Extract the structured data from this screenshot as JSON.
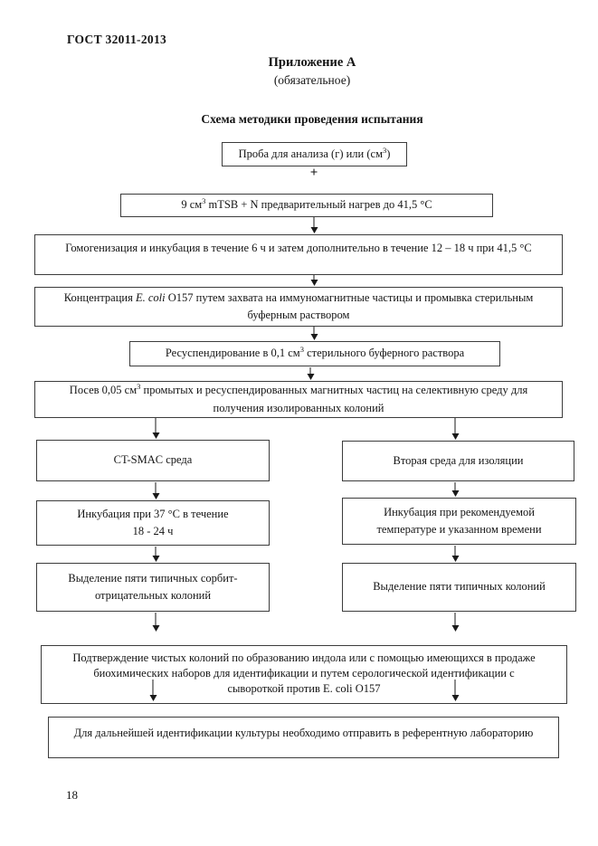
{
  "header": {
    "standard": "ГОСТ 32011-2013",
    "appendix_title": "Приложение А",
    "appendix_subtitle": "(обязательное)",
    "scheme_title": "Схема методики проведения испытания"
  },
  "flow": {
    "plus": "+",
    "sample": {
      "pre": "Проба для анализа (г) или (см",
      "sup": "3",
      "post": ")"
    },
    "mtsb": {
      "pre": "9 см",
      "sup": "3",
      "post": " mTSB + N предварительный нагрев до 41,5 °С"
    },
    "homogenization": "Гомогенизация и инкубация в течение 6 ч и затем дополнительно в течение 12 – 18 ч при 41,5 °С",
    "concentration": {
      "pre": "Концентрация ",
      "italic": "E. coli",
      "post": " O157 путем захвата на иммуномагнитные частицы и промывка стерильным\nбуферным раствором"
    },
    "resuspension": {
      "pre": "Ресуспендирование в 0,1 см",
      "sup": "3",
      "post": " стерильного буферного раствора"
    },
    "inoculation": {
      "pre": "Посев 0,05 см",
      "sup": "3",
      "post": " промытых и ресуспендированных магнитных частиц на селективную среду для\nполучения изолированных колоний"
    },
    "ct_smac": "CT-SMAC среда",
    "second_medium": "Вторая среда для изоляции",
    "incubation_left": "Инкубация при 37 °С в течение\n18 - 24 ч",
    "incubation_right": "Инкубация при рекомендуемой\nтемпературе и указанном времени",
    "isolation_left": "Выделение пяти типичных сорбит-\nотрицательных колоний",
    "isolation_right": "Выделение пяти типичных колоний",
    "confirmation": "Подтверждение чистых колоний по образованию индола или с помощью имеющихся в продаже\nбиохимических наборов для идентификации и путем серологической идентификации с\nсывороткой против E. coli O157",
    "reference": "Для дальнейшей идентификации культуры необходимо отправить в референтную лабораторию"
  },
  "footer": {
    "page_number": "18"
  }
}
